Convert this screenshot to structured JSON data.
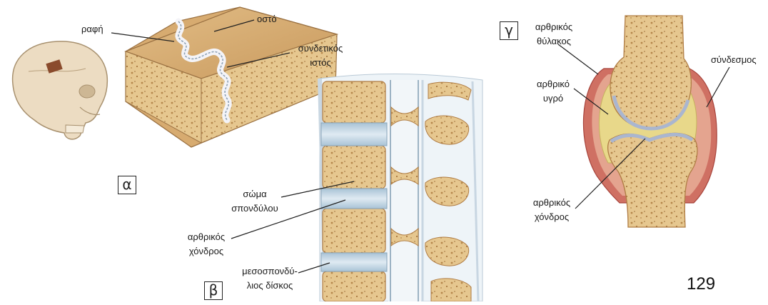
{
  "panels": {
    "a": {
      "letter": "α",
      "labels": {
        "suture": "ραφή",
        "bone": "οστό",
        "connective_tissue": "συνδετικός ιστός"
      }
    },
    "b": {
      "letter": "β",
      "labels": {
        "vertebral_body": "σώμα σπονδύλου",
        "articular_cartilage": "αρθρικός χόνδρος",
        "intervertebral_disc": "μεσοσπονδύ- λιος δίσκος"
      }
    },
    "c": {
      "letter": "γ",
      "labels": {
        "capsule": "αρθρικός θύλακος",
        "ligament": "σύνδεσμος",
        "synovial_fluid": "αρθρικό υγρό",
        "articular_cartilage": "αρθρικός χόνδρος"
      }
    }
  },
  "page_number": "129",
  "colors": {
    "bone": "#e4c48c",
    "bone_dark": "#b07d45",
    "cartilage": "#c7d7e4",
    "capsule": "#c8605a",
    "fluid": "#e8d88a"
  }
}
